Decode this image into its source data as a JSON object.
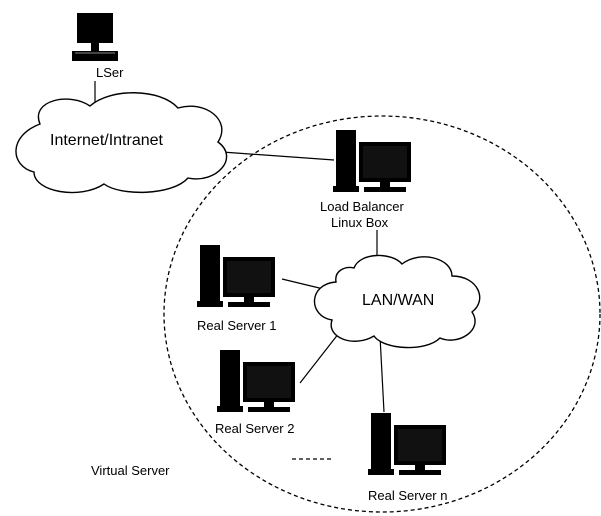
{
  "diagram": {
    "labels": {
      "user": "LSer",
      "internet": "Internet/Intranet",
      "load_balancer_line1": "Load Balancer",
      "load_balancer_line2": "Linux Box",
      "lan": "LAN/WAN",
      "real_server_1": "Real Server 1",
      "real_server_2": "Real Server 2",
      "real_server_n": "Real Server n",
      "virtual_server": "Virtual Server"
    },
    "colors": {
      "ink": "#000000",
      "paper": "#ffffff"
    }
  }
}
